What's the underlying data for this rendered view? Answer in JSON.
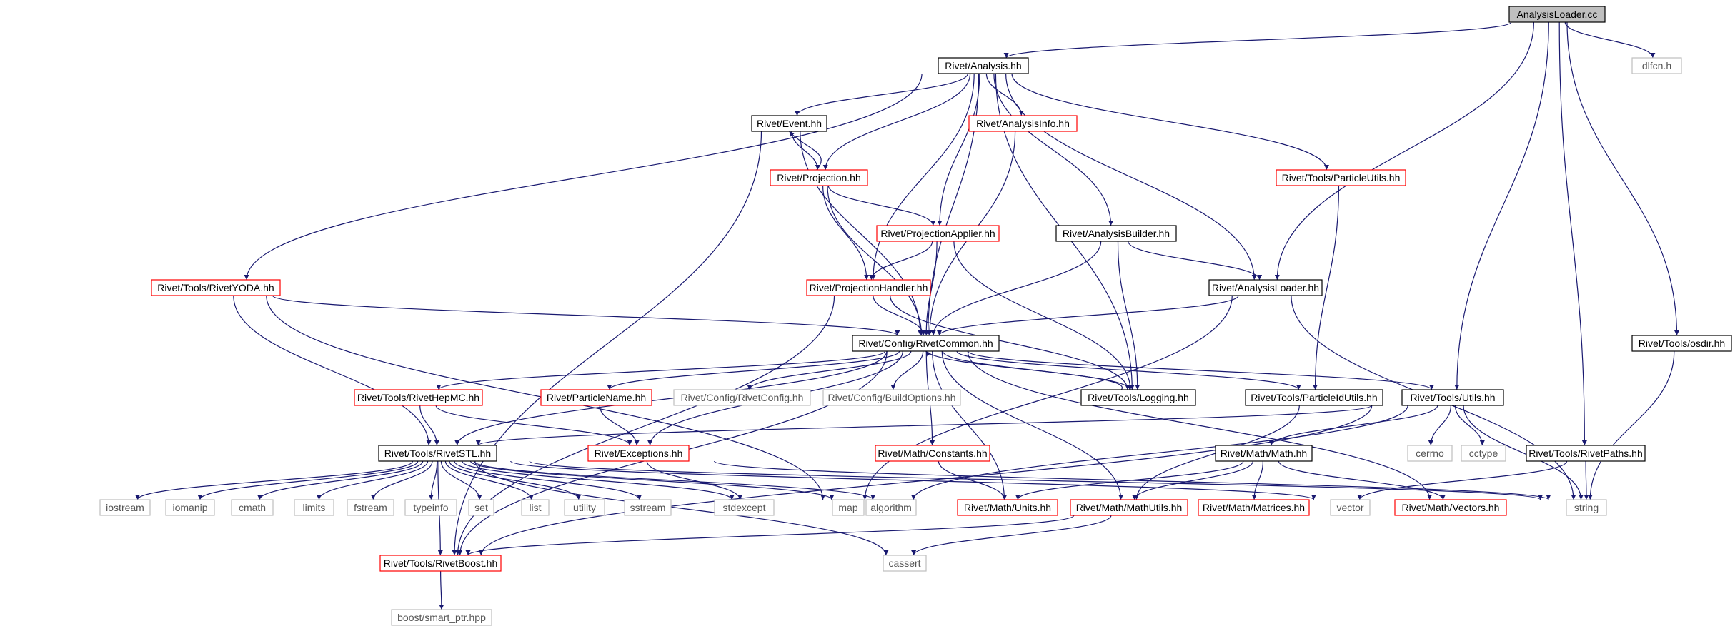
{
  "nodes": [
    {
      "id": "root",
      "label": "AnalysisLoader.cc",
      "style": "root"
    },
    {
      "id": "analysis",
      "label": "Rivet/Analysis.hh",
      "style": "black"
    },
    {
      "id": "dlfcn",
      "label": "dlfcn.h",
      "style": "gray"
    },
    {
      "id": "event",
      "label": "Rivet/Event.hh",
      "style": "black"
    },
    {
      "id": "analysisinfo",
      "label": "Rivet/AnalysisInfo.hh",
      "style": "red"
    },
    {
      "id": "projection",
      "label": "Rivet/Projection.hh",
      "style": "red"
    },
    {
      "id": "particleutils",
      "label": "Rivet/Tools/ParticleUtils.hh",
      "style": "red"
    },
    {
      "id": "projapplier",
      "label": "Rivet/ProjectionApplier.hh",
      "style": "red"
    },
    {
      "id": "analysisbuilder",
      "label": "Rivet/AnalysisBuilder.hh",
      "style": "black"
    },
    {
      "id": "rivetyoda",
      "label": "Rivet/Tools/RivetYODA.hh",
      "style": "red"
    },
    {
      "id": "projhandler",
      "label": "Rivet/ProjectionHandler.hh",
      "style": "red"
    },
    {
      "id": "analysisloaderhh",
      "label": "Rivet/AnalysisLoader.hh",
      "style": "black"
    },
    {
      "id": "osdir",
      "label": "Rivet/Tools/osdir.hh",
      "style": "black"
    },
    {
      "id": "rivetcommon",
      "label": "Rivet/Config/RivetCommon.hh",
      "style": "black"
    },
    {
      "id": "rivethepmc",
      "label": "Rivet/Tools/RivetHepMC.hh",
      "style": "red"
    },
    {
      "id": "particlename",
      "label": "Rivet/ParticleName.hh",
      "style": "red"
    },
    {
      "id": "rivetconfig",
      "label": "Rivet/Config/RivetConfig.hh",
      "style": "gray"
    },
    {
      "id": "buildoptions",
      "label": "Rivet/Config/BuildOptions.hh",
      "style": "gray"
    },
    {
      "id": "logging",
      "label": "Rivet/Tools/Logging.hh",
      "style": "black"
    },
    {
      "id": "particleidutils",
      "label": "Rivet/Tools/ParticleIdUtils.hh",
      "style": "black"
    },
    {
      "id": "utils",
      "label": "Rivet/Tools/Utils.hh",
      "style": "black"
    },
    {
      "id": "rivetstl",
      "label": "Rivet/Tools/RivetSTL.hh",
      "style": "black"
    },
    {
      "id": "exceptions",
      "label": "Rivet/Exceptions.hh",
      "style": "red"
    },
    {
      "id": "constants",
      "label": "Rivet/Math/Constants.hh",
      "style": "red"
    },
    {
      "id": "math",
      "label": "Rivet/Math/Math.hh",
      "style": "black"
    },
    {
      "id": "cerrno",
      "label": "cerrno",
      "style": "gray"
    },
    {
      "id": "cctype",
      "label": "cctype",
      "style": "gray"
    },
    {
      "id": "rivetpaths",
      "label": "Rivet/Tools/RivetPaths.hh",
      "style": "black"
    },
    {
      "id": "iostream",
      "label": "iostream",
      "style": "gray"
    },
    {
      "id": "iomanip",
      "label": "iomanip",
      "style": "gray"
    },
    {
      "id": "cmath",
      "label": "cmath",
      "style": "gray"
    },
    {
      "id": "limits",
      "label": "limits",
      "style": "gray"
    },
    {
      "id": "fstream",
      "label": "fstream",
      "style": "gray"
    },
    {
      "id": "typeinfo",
      "label": "typeinfo",
      "style": "gray"
    },
    {
      "id": "set",
      "label": "set",
      "style": "gray"
    },
    {
      "id": "list",
      "label": "list",
      "style": "gray"
    },
    {
      "id": "utility",
      "label": "utility",
      "style": "gray"
    },
    {
      "id": "sstream",
      "label": "sstream",
      "style": "gray"
    },
    {
      "id": "stdexcept",
      "label": "stdexcept",
      "style": "gray"
    },
    {
      "id": "map",
      "label": "map",
      "style": "gray"
    },
    {
      "id": "algorithm",
      "label": "algorithm",
      "style": "gray"
    },
    {
      "id": "units",
      "label": "Rivet/Math/Units.hh",
      "style": "red"
    },
    {
      "id": "mathutils",
      "label": "Rivet/Math/MathUtils.hh",
      "style": "red"
    },
    {
      "id": "matrices",
      "label": "Rivet/Math/Matrices.hh",
      "style": "red"
    },
    {
      "id": "vector",
      "label": "vector",
      "style": "gray"
    },
    {
      "id": "vectors",
      "label": "Rivet/Math/Vectors.hh",
      "style": "red"
    },
    {
      "id": "string",
      "label": "string",
      "style": "gray"
    },
    {
      "id": "rivetboost",
      "label": "Rivet/Tools/RivetBoost.hh",
      "style": "red"
    },
    {
      "id": "cassert",
      "label": "cassert",
      "style": "gray"
    },
    {
      "id": "smartptr",
      "label": "boost/smart_ptr.hpp",
      "style": "gray"
    }
  ],
  "edges": [
    [
      "root",
      "analysis"
    ],
    [
      "root",
      "dlfcn"
    ],
    [
      "root",
      "analysisloaderhh"
    ],
    [
      "root",
      "utils"
    ],
    [
      "root",
      "rivetpaths"
    ],
    [
      "root",
      "osdir"
    ],
    [
      "analysis",
      "event"
    ],
    [
      "analysis",
      "analysisinfo"
    ],
    [
      "analysis",
      "projection"
    ],
    [
      "analysis",
      "particleutils"
    ],
    [
      "analysis",
      "projapplier"
    ],
    [
      "analysis",
      "analysisbuilder"
    ],
    [
      "analysis",
      "rivetyoda"
    ],
    [
      "analysis",
      "projhandler"
    ],
    [
      "analysis",
      "analysisloaderhh"
    ],
    [
      "analysis",
      "rivetcommon"
    ],
    [
      "analysis",
      "logging"
    ],
    [
      "event",
      "projection"
    ],
    [
      "event",
      "rivetcommon"
    ],
    [
      "event",
      "rivetboost"
    ],
    [
      "projection",
      "event"
    ],
    [
      "projection",
      "projapplier"
    ],
    [
      "projection",
      "projhandler"
    ],
    [
      "projection",
      "rivetcommon"
    ],
    [
      "analysisinfo",
      "rivetcommon"
    ],
    [
      "particleutils",
      "particleidutils"
    ],
    [
      "projapplier",
      "projhandler"
    ],
    [
      "projapplier",
      "rivetcommon"
    ],
    [
      "projapplier",
      "logging"
    ],
    [
      "analysisbuilder",
      "analysisloaderhh"
    ],
    [
      "analysisbuilder",
      "rivetcommon"
    ],
    [
      "analysisbuilder",
      "logging"
    ],
    [
      "rivetyoda",
      "rivetcommon"
    ],
    [
      "rivetyoda",
      "rivetstl"
    ],
    [
      "rivetyoda",
      "map"
    ],
    [
      "projhandler",
      "rivetcommon"
    ],
    [
      "projhandler",
      "logging"
    ],
    [
      "projhandler",
      "rivetboost"
    ],
    [
      "analysisloaderhh",
      "rivetcommon"
    ],
    [
      "analysisloaderhh",
      "string"
    ],
    [
      "analysisloaderhh",
      "map"
    ],
    [
      "osdir",
      "string"
    ],
    [
      "rivetcommon",
      "rivethepmc"
    ],
    [
      "rivetcommon",
      "particlename"
    ],
    [
      "rivetcommon",
      "rivetconfig"
    ],
    [
      "rivetcommon",
      "buildoptions"
    ],
    [
      "rivetcommon",
      "logging"
    ],
    [
      "rivetcommon",
      "particleidutils"
    ],
    [
      "rivetcommon",
      "utils"
    ],
    [
      "rivetcommon",
      "rivetstl"
    ],
    [
      "rivetcommon",
      "exceptions"
    ],
    [
      "rivetcommon",
      "constants"
    ],
    [
      "rivetcommon",
      "units"
    ],
    [
      "rivetcommon",
      "mathutils"
    ],
    [
      "rivetcommon",
      "vectors"
    ],
    [
      "rivetcommon",
      "rivetboost"
    ],
    [
      "logging",
      "rivetcommon"
    ],
    [
      "rivethepmc",
      "rivetstl"
    ],
    [
      "rivethepmc",
      "exceptions"
    ],
    [
      "particlename",
      "exceptions"
    ],
    [
      "particleidutils",
      "mathutils"
    ],
    [
      "utils",
      "rivetstl"
    ],
    [
      "utils",
      "math"
    ],
    [
      "utils",
      "cerrno"
    ],
    [
      "utils",
      "cctype"
    ],
    [
      "utils",
      "algorithm"
    ],
    [
      "utils",
      "string"
    ],
    [
      "utils",
      "rivetboost"
    ],
    [
      "rivetstl",
      "iostream"
    ],
    [
      "rivetstl",
      "iomanip"
    ],
    [
      "rivetstl",
      "cmath"
    ],
    [
      "rivetstl",
      "limits"
    ],
    [
      "rivetstl",
      "fstream"
    ],
    [
      "rivetstl",
      "typeinfo"
    ],
    [
      "rivetstl",
      "set"
    ],
    [
      "rivetstl",
      "list"
    ],
    [
      "rivetstl",
      "utility"
    ],
    [
      "rivetstl",
      "sstream"
    ],
    [
      "rivetstl",
      "stdexcept"
    ],
    [
      "rivetstl",
      "map"
    ],
    [
      "rivetstl",
      "algorithm"
    ],
    [
      "rivetstl",
      "vector"
    ],
    [
      "rivetstl",
      "string"
    ],
    [
      "rivetstl",
      "cassert"
    ],
    [
      "rivetstl",
      "rivetboost"
    ],
    [
      "exceptions",
      "stdexcept"
    ],
    [
      "exceptions",
      "string"
    ],
    [
      "constants",
      "units"
    ],
    [
      "math",
      "units"
    ],
    [
      "math",
      "mathutils"
    ],
    [
      "math",
      "matrices"
    ],
    [
      "math",
      "vectors"
    ],
    [
      "mathutils",
      "rivetboost"
    ],
    [
      "mathutils",
      "cassert"
    ],
    [
      "rivetpaths",
      "string"
    ],
    [
      "rivetpaths",
      "vector"
    ],
    [
      "rivetboost",
      "smartptr"
    ]
  ],
  "colors": {
    "edge": "#191970",
    "border_black": "#000000",
    "border_red": "#ff0000",
    "border_gray": "#bfbfbf",
    "text_dark": "#000000",
    "text_gray": "#555555",
    "root_fill": "#bfbfbf"
  }
}
